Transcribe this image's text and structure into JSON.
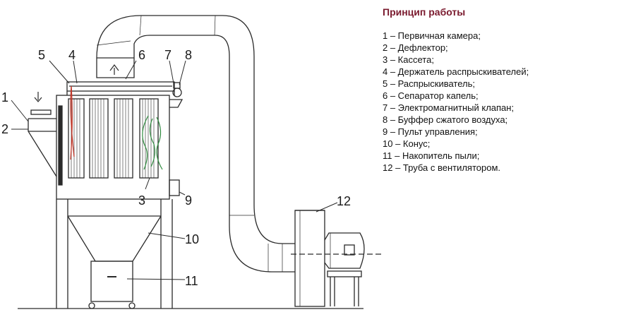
{
  "legend": {
    "title": "Принцип работы",
    "items": [
      "1 – Первичная камера;",
      "2 – Дефлектор;",
      "3 – Кассета;",
      "4 – Держатель распрыскивателей;",
      "5 – Распрыскиватель;",
      "6 – Сепаратор капель;",
      "7 – Электромагнитный клапан;",
      "8 – Буффер сжатого воздуха;",
      "9 – Пульт управления;",
      "10 – Конус;",
      "11 – Накопитель пыли;",
      "12 – Труба с вентилятором."
    ]
  },
  "callouts": [
    "1",
    "2",
    "3",
    "4",
    "5",
    "6",
    "7",
    "8",
    "9",
    "10",
    "11",
    "12"
  ],
  "colors": {
    "line": "#2a2a2a",
    "spray": "#c0392b",
    "airflow": "#2e8b3e",
    "title": "#7a1a2e"
  }
}
